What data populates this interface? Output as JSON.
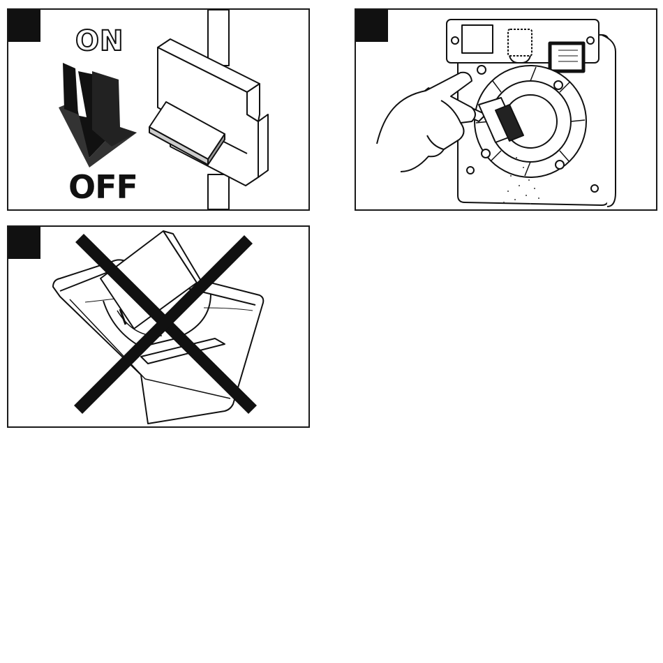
{
  "panels": [
    {
      "id": "switch-off",
      "labels": {
        "on": "ON",
        "off": "OFF"
      }
    },
    {
      "id": "brush-cleaning"
    },
    {
      "id": "no-water-immersion"
    }
  ],
  "colors": {
    "ink": "#111111",
    "paper": "#ffffff",
    "gray": "#c9c9c9"
  },
  "icons": [
    "arrow-down-icon",
    "switch-icon",
    "brush-icon",
    "hand-icon",
    "fan-icon",
    "cross-icon"
  ]
}
